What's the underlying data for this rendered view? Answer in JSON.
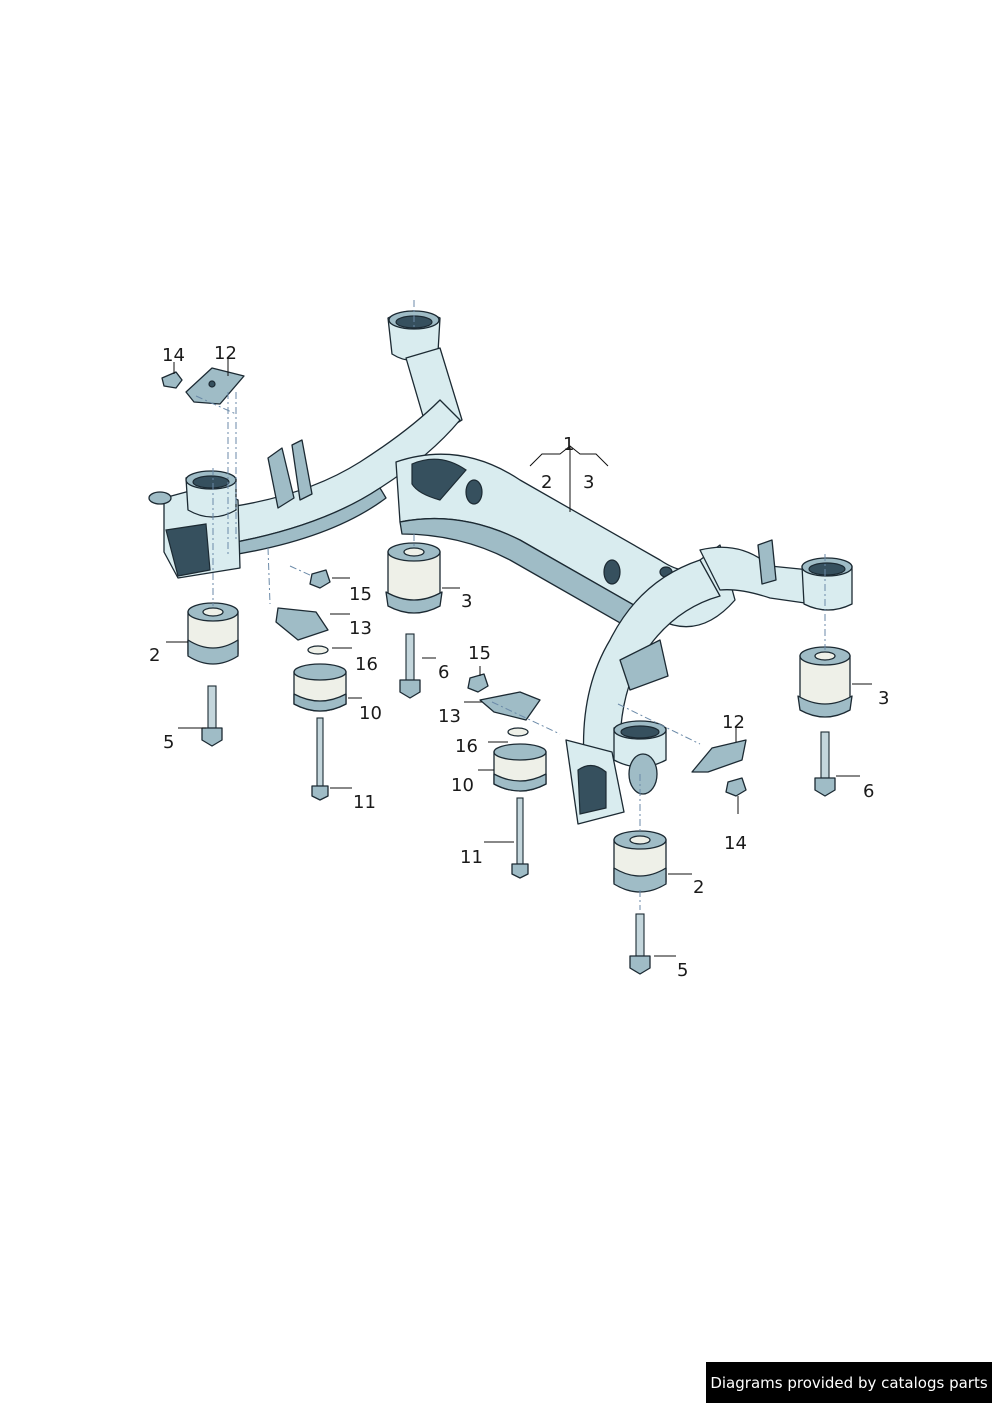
{
  "callouts": [
    {
      "id": "c1",
      "label": "1"
    },
    {
      "id": "c2a",
      "label": "2"
    },
    {
      "id": "c3a",
      "label": "3"
    },
    {
      "id": "c3b",
      "label": "3"
    },
    {
      "id": "c3c",
      "label": "3"
    },
    {
      "id": "c2b",
      "label": "2"
    },
    {
      "id": "c2c",
      "label": "2"
    },
    {
      "id": "c5a",
      "label": "5"
    },
    {
      "id": "c5b",
      "label": "5"
    },
    {
      "id": "c6a",
      "label": "6"
    },
    {
      "id": "c6b",
      "label": "6"
    },
    {
      "id": "c10a",
      "label": "10"
    },
    {
      "id": "c10b",
      "label": "10"
    },
    {
      "id": "c11a",
      "label": "11"
    },
    {
      "id": "c11b",
      "label": "11"
    },
    {
      "id": "c12a",
      "label": "12"
    },
    {
      "id": "c12b",
      "label": "12"
    },
    {
      "id": "c13a",
      "label": "13"
    },
    {
      "id": "c13b",
      "label": "13"
    },
    {
      "id": "c14a",
      "label": "14"
    },
    {
      "id": "c14b",
      "label": "14"
    },
    {
      "id": "c15a",
      "label": "15"
    },
    {
      "id": "c15b",
      "label": "15"
    },
    {
      "id": "c16a",
      "label": "16"
    },
    {
      "id": "c16b",
      "label": "16"
    }
  ],
  "footer": {
    "credit": "Diagrams provided by catalogs parts"
  }
}
